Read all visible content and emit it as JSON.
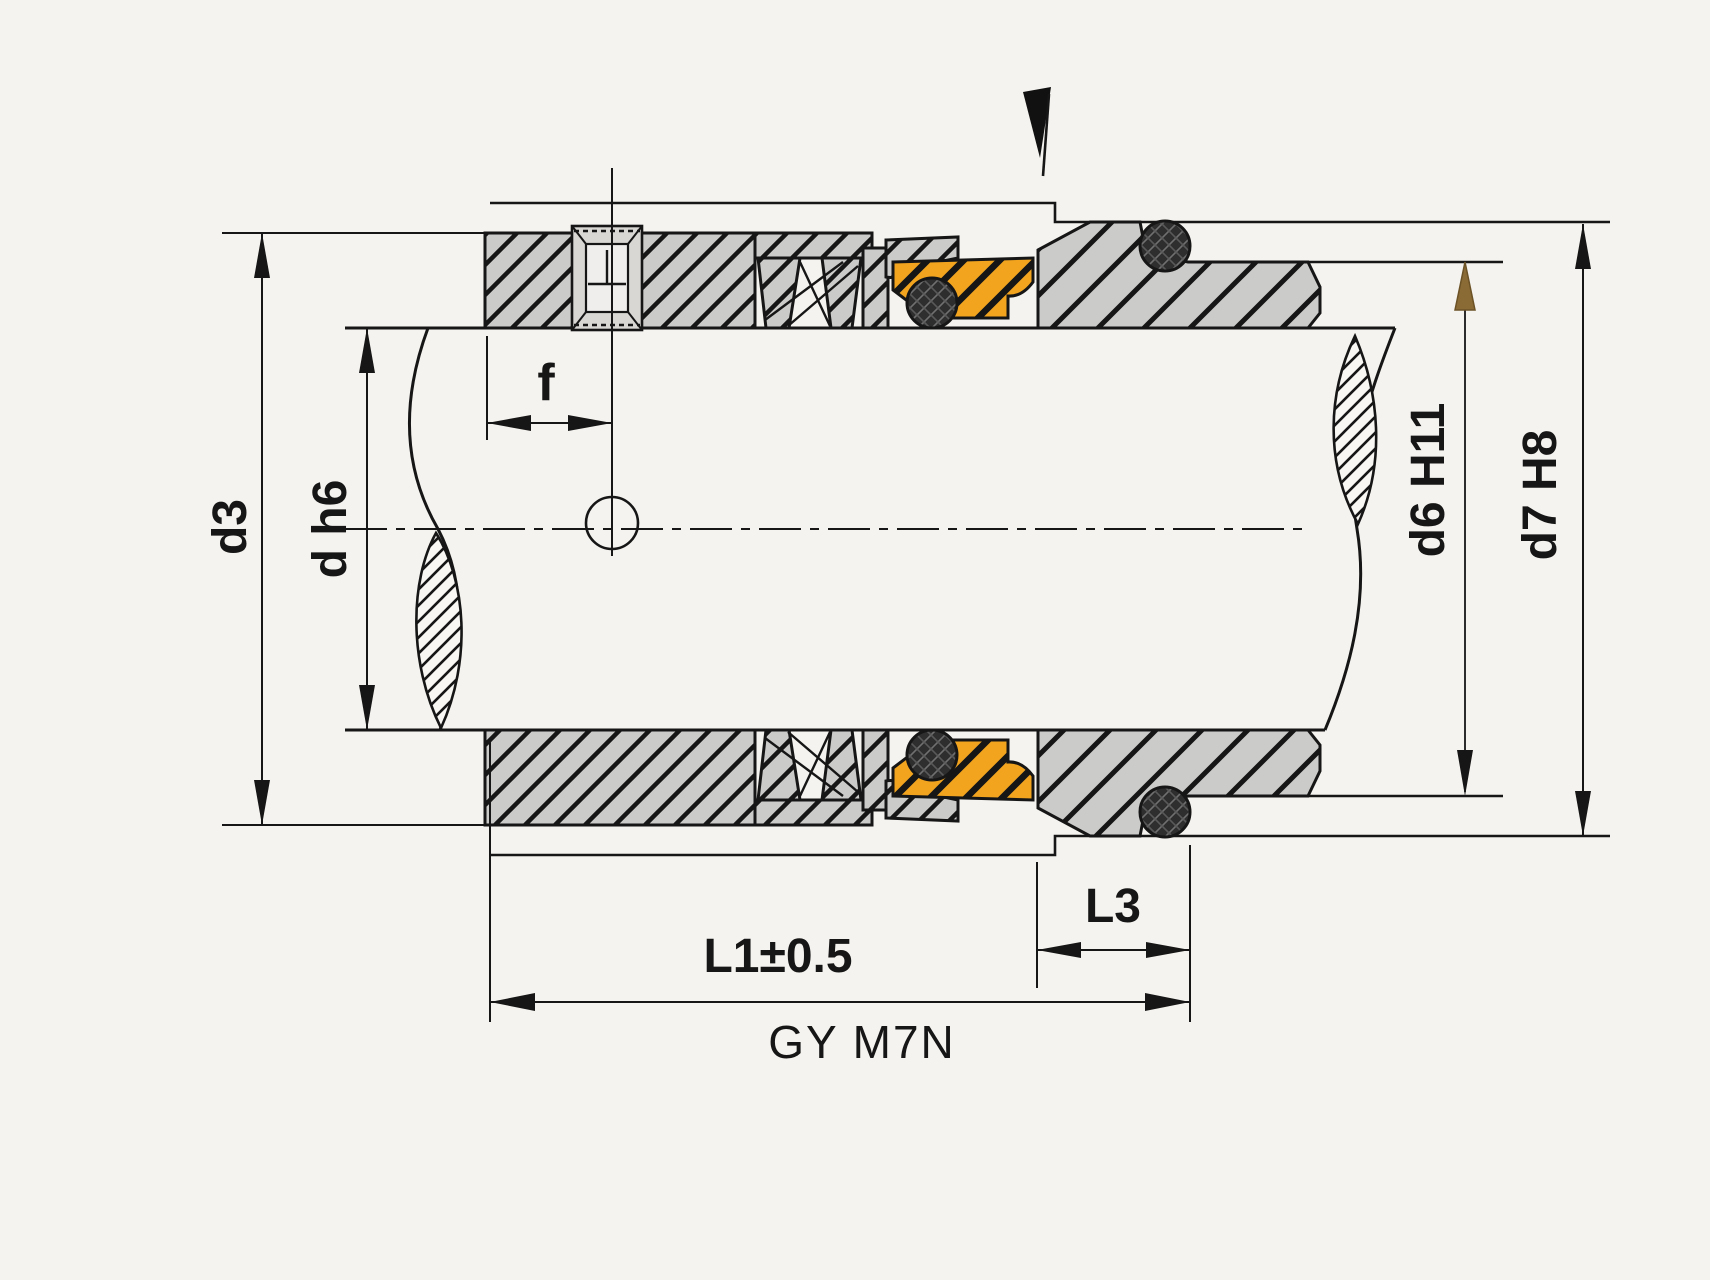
{
  "title": {
    "text": "GY M7N"
  },
  "dimensions": {
    "d3": {
      "label": "d3"
    },
    "dh6": {
      "label": "d h6"
    },
    "f": {
      "label": "f"
    },
    "d6": {
      "label": "d6 H11"
    },
    "d7": {
      "label": "d7 H8"
    },
    "L3": {
      "label": "L3"
    },
    "L1": {
      "label": "L1±0.5"
    }
  },
  "colors": {
    "background": "#f5f3ef",
    "line": "#161616",
    "part_gray": "#cbcbc9",
    "seal_ring_orange": "#f2a41f",
    "oring_dark": "#2e2e2e",
    "oring_hatch": "#707070",
    "setscrew_gray": "#d8d7d4",
    "setscrew_inner": "#efeeec",
    "golden_arrow": "#8a6a35"
  }
}
